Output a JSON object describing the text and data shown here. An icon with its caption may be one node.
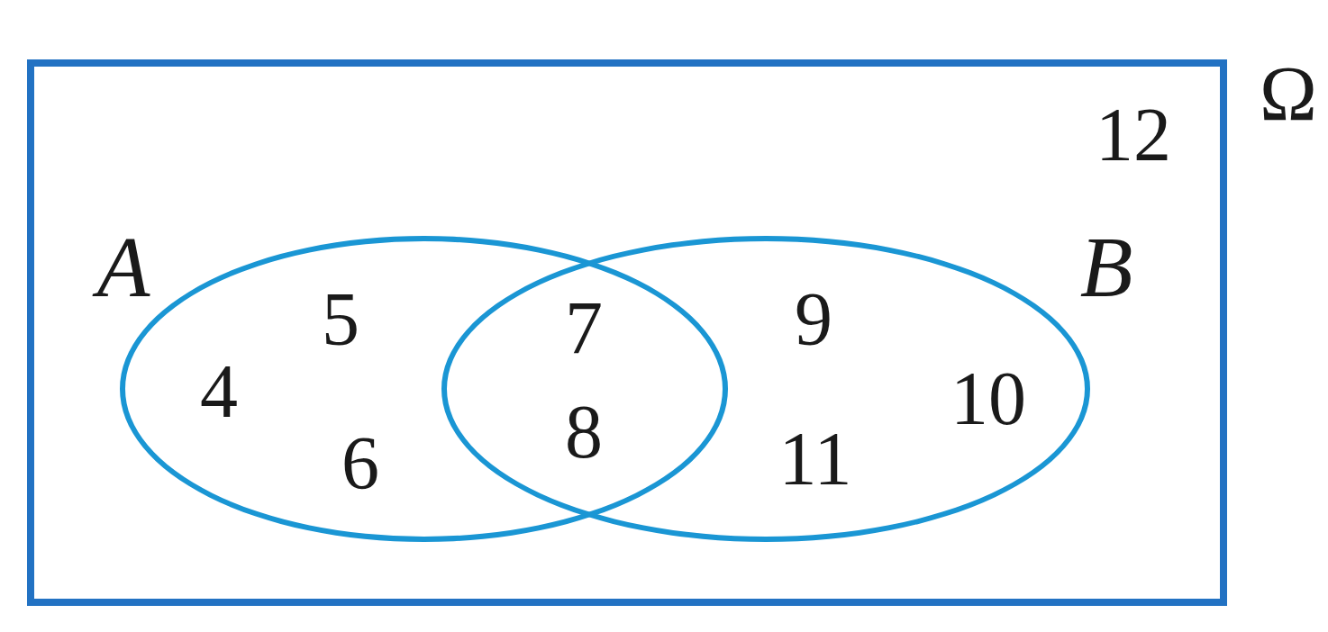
{
  "diagram": {
    "nodes": [
      {
        "text": [
          "Ω"
        ]
      },
      {
        "text": [
          "A"
        ],
        "in": 0
      },
      {
        "text": [
          "B"
        ],
        "in": 0
      }
    ],
    "labels": [
      "4",
      "5",
      "6",
      "7",
      "8",
      "9",
      "10",
      "11",
      "12"
    ]
  }
}
